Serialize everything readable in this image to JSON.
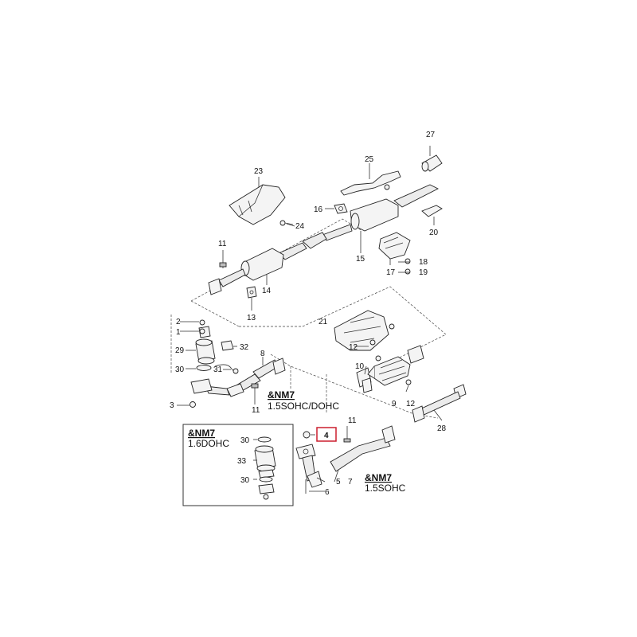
{
  "callouts": {
    "c1": "1",
    "c2": "2",
    "c3": "3",
    "c4": "4",
    "c5": "5",
    "c6": "6",
    "c7": "7",
    "c8": "8",
    "c9": "9",
    "c10": "10",
    "c11a": "11",
    "c11b": "11",
    "c11c": "11",
    "c12a": "12",
    "c12b": "12",
    "c13": "13",
    "c14": "14",
    "c15": "15",
    "c16": "16",
    "c17": "17",
    "c18": "18",
    "c19": "19",
    "c20": "20",
    "c21": "21",
    "c23": "23",
    "c24": "24",
    "c25": "25",
    "c27": "27",
    "c28": "28",
    "c29": "29",
    "c30a": "30",
    "c30b": "30",
    "c30c": "30",
    "c31": "31",
    "c32": "32",
    "c33": "33"
  },
  "variants": {
    "nm7_a_code": "&NM7",
    "nm7_a_engine": "1.5SOHC/DOHC",
    "nm7_b_code": "&NM7",
    "nm7_b_engine": "1.5SOHC",
    "inset_code": "&NM7",
    "inset_engine": "1.6DOHC"
  },
  "highlight_color": "#cc1f2f"
}
